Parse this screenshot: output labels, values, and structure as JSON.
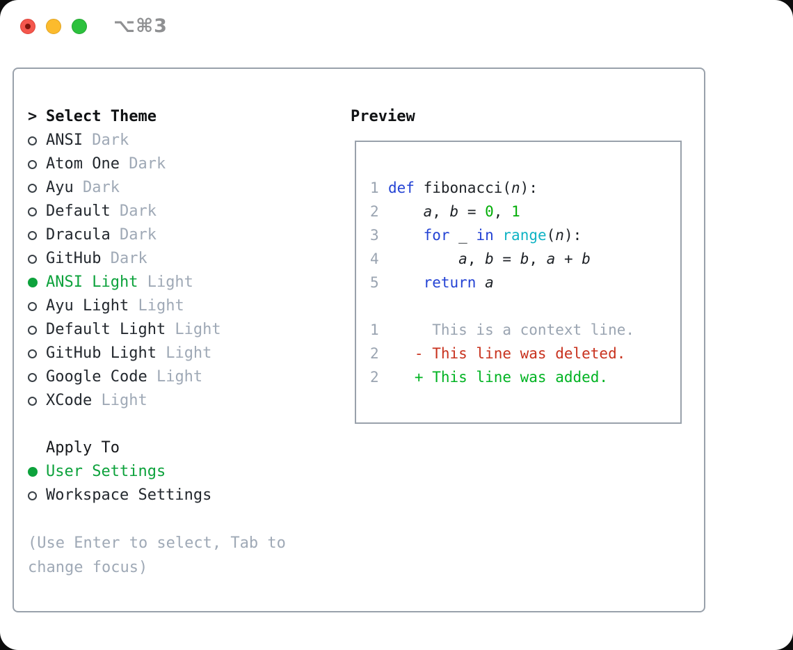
{
  "window": {
    "title": "⌥⌘3"
  },
  "titlebar": {
    "close_label": "close",
    "minimize_label": "minimize",
    "zoom_label": "zoom"
  },
  "colors": {
    "accent_green": "#0da23c",
    "added_green": "#00b322",
    "deleted_red": "#c8321e",
    "number_green": "#00ad06",
    "keyword_blue": "#2443d4",
    "builtin_cyan": "#0fb3c4",
    "muted_gray": "#9fa9b6",
    "panel_border": "#99a1ab",
    "traffic_red": "#f4574d",
    "traffic_yellow": "#fcbb2d",
    "traffic_green": "#2cc13d"
  },
  "theme_picker": {
    "header_marker": ">",
    "header": "Select Theme",
    "items": [
      {
        "name": "ANSI",
        "variant": "Dark",
        "selected": false
      },
      {
        "name": "Atom One",
        "variant": "Dark",
        "selected": false
      },
      {
        "name": "Ayu",
        "variant": "Dark",
        "selected": false
      },
      {
        "name": "Default",
        "variant": "Dark",
        "selected": false
      },
      {
        "name": "Dracula",
        "variant": "Dark",
        "selected": false
      },
      {
        "name": "GitHub",
        "variant": "Dark",
        "selected": false
      },
      {
        "name": "ANSI Light",
        "variant": "Light",
        "selected": true
      },
      {
        "name": "Ayu Light",
        "variant": "Light",
        "selected": false
      },
      {
        "name": "Default Light",
        "variant": "Light",
        "selected": false
      },
      {
        "name": "GitHub Light",
        "variant": "Light",
        "selected": false
      },
      {
        "name": "Google Code",
        "variant": "Light",
        "selected": false
      },
      {
        "name": "XCode",
        "variant": "Light",
        "selected": false
      }
    ]
  },
  "apply_to": {
    "header": "Apply To",
    "options": [
      {
        "label": "User Settings",
        "selected": true
      },
      {
        "label": "Workspace Settings",
        "selected": false
      }
    ]
  },
  "hint": "(Use Enter to select, Tab to change focus)",
  "preview": {
    "title": "Preview",
    "code_lines": [
      {
        "num": "1",
        "tokens": [
          {
            "t": "def",
            "c": "kw"
          },
          {
            "t": " fibonacci(",
            "c": "tx"
          },
          {
            "t": "n",
            "c": "tx",
            "i": true
          },
          {
            "t": "):",
            "c": "tx"
          }
        ]
      },
      {
        "num": "2",
        "tokens": [
          {
            "t": "    ",
            "c": "tx"
          },
          {
            "t": "a",
            "c": "tx",
            "i": true
          },
          {
            "t": ", ",
            "c": "tx"
          },
          {
            "t": "b",
            "c": "tx",
            "i": true
          },
          {
            "t": " = ",
            "c": "tx"
          },
          {
            "t": "0",
            "c": "num"
          },
          {
            "t": ", ",
            "c": "tx"
          },
          {
            "t": "1",
            "c": "num"
          }
        ]
      },
      {
        "num": "3",
        "tokens": [
          {
            "t": "    ",
            "c": "tx"
          },
          {
            "t": "for",
            "c": "kw"
          },
          {
            "t": " _ ",
            "c": "tx"
          },
          {
            "t": "in",
            "c": "kw"
          },
          {
            "t": " ",
            "c": "tx"
          },
          {
            "t": "range",
            "c": "bi"
          },
          {
            "t": "(",
            "c": "tx"
          },
          {
            "t": "n",
            "c": "tx",
            "i": true
          },
          {
            "t": "):",
            "c": "tx"
          }
        ]
      },
      {
        "num": "4",
        "tokens": [
          {
            "t": "        ",
            "c": "tx"
          },
          {
            "t": "a",
            "c": "tx",
            "i": true
          },
          {
            "t": ", ",
            "c": "tx"
          },
          {
            "t": "b",
            "c": "tx",
            "i": true
          },
          {
            "t": " = ",
            "c": "tx"
          },
          {
            "t": "b",
            "c": "tx",
            "i": true
          },
          {
            "t": ", ",
            "c": "tx"
          },
          {
            "t": "a",
            "c": "tx",
            "i": true
          },
          {
            "t": " + ",
            "c": "tx"
          },
          {
            "t": "b",
            "c": "tx",
            "i": true
          }
        ]
      },
      {
        "num": "5",
        "tokens": [
          {
            "t": "    ",
            "c": "tx"
          },
          {
            "t": "return",
            "c": "kw"
          },
          {
            "t": " ",
            "c": "tx"
          },
          {
            "t": "a",
            "c": "tx",
            "i": true
          }
        ]
      }
    ],
    "diff_lines": [
      {
        "num": "1",
        "marker": "",
        "text": "This is a context line.",
        "type": "context"
      },
      {
        "num": "2",
        "marker": "-",
        "text": "This line was deleted.",
        "type": "deleted"
      },
      {
        "num": "2",
        "marker": "+",
        "text": "This line was added.",
        "type": "added"
      }
    ]
  }
}
